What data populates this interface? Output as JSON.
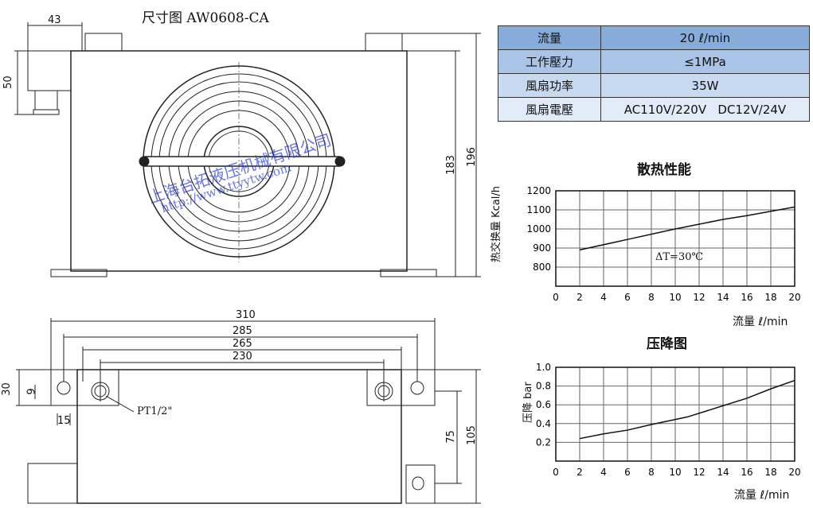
{
  "drawing": {
    "title": "尺寸图 AW0608-CA",
    "dims": {
      "d43": "43",
      "d50": "50",
      "d183": "183",
      "d196": "196",
      "d310": "310",
      "d285": "285",
      "d265": "265",
      "d230": "230",
      "d30": "30",
      "d9": "9",
      "d15": "15",
      "d75": "75",
      "d105": "105"
    },
    "port_label": "PT1/2\"",
    "watermark_company": "上海台拓液压机械有限公司",
    "watermark_url": "http://www.ttyytw.com"
  },
  "spec_table": {
    "rows": [
      {
        "label": "流量",
        "value": "20 ℓ/min"
      },
      {
        "label": "工作壓力",
        "value": "≤1MPa"
      },
      {
        "label": "風扇功率",
        "value": "35W"
      },
      {
        "label": "風扇電壓",
        "value": "AC110V/220V   DC12V/24V"
      }
    ]
  },
  "chart_data": [
    {
      "type": "line",
      "title": "散热性能",
      "xlabel": "流量 ℓ/min",
      "ylabel": "热交换量 Kcal/h",
      "annotation": "ΔT=30℃",
      "xlim": [
        0,
        20
      ],
      "ylim": [
        700,
        1200
      ],
      "xticks": [
        0,
        2,
        4,
        6,
        8,
        10,
        12,
        14,
        16,
        18,
        20
      ],
      "yticks": [
        800,
        900,
        1000,
        1100,
        1200
      ],
      "grid": true,
      "x": [
        2,
        6,
        10,
        14,
        16,
        20
      ],
      "y": [
        890,
        945,
        1000,
        1050,
        1070,
        1115
      ]
    },
    {
      "type": "line",
      "title": "压降图",
      "xlabel": "流量 ℓ/min",
      "ylabel": "压降 bar",
      "xlim": [
        0,
        20
      ],
      "ylim": [
        0,
        1.0
      ],
      "xticks": [
        0,
        2,
        4,
        6,
        8,
        10,
        12,
        14,
        16,
        18,
        20
      ],
      "yticks": [
        0.2,
        0.4,
        0.6,
        0.8,
        1.0
      ],
      "grid": true,
      "x": [
        2,
        4,
        6,
        8,
        11,
        14,
        16,
        18,
        20
      ],
      "y": [
        0.24,
        0.29,
        0.33,
        0.39,
        0.47,
        0.59,
        0.67,
        0.77,
        0.86
      ]
    }
  ]
}
